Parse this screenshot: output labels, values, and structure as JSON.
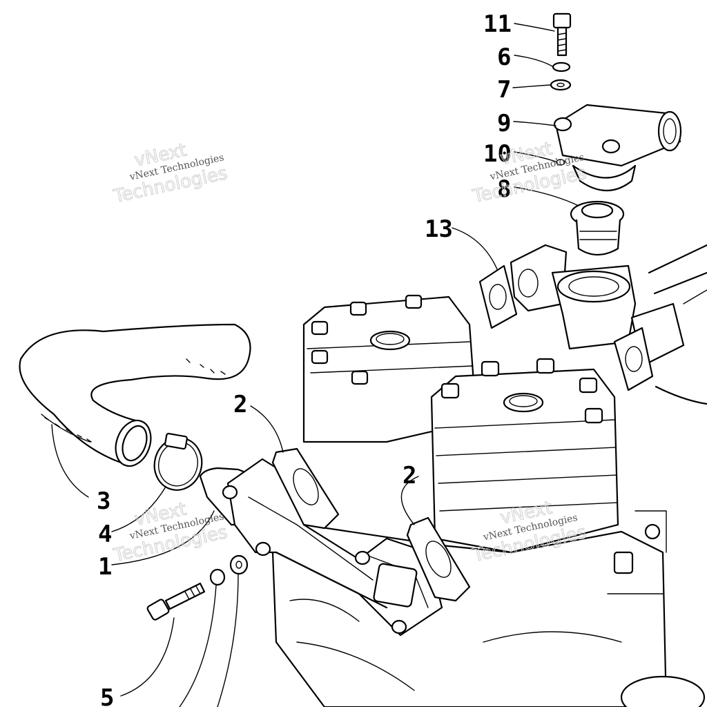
{
  "diagram": {
    "callouts": [
      {
        "id": "c11",
        "label": "11"
      },
      {
        "id": "c6",
        "label": "6"
      },
      {
        "id": "c7",
        "label": "7"
      },
      {
        "id": "c9",
        "label": "9"
      },
      {
        "id": "c10",
        "label": "10"
      },
      {
        "id": "c8",
        "label": "8"
      },
      {
        "id": "c13",
        "label": "13"
      },
      {
        "id": "c2a",
        "label": "2"
      },
      {
        "id": "c2b",
        "label": "2"
      },
      {
        "id": "c3",
        "label": "3"
      },
      {
        "id": "c4",
        "label": "4"
      },
      {
        "id": "c1",
        "label": "1"
      },
      {
        "id": "c5",
        "label": "5"
      }
    ],
    "watermark": {
      "line1": "vNext",
      "line2": "Technologies",
      "small": "vNext Technologies"
    }
  }
}
